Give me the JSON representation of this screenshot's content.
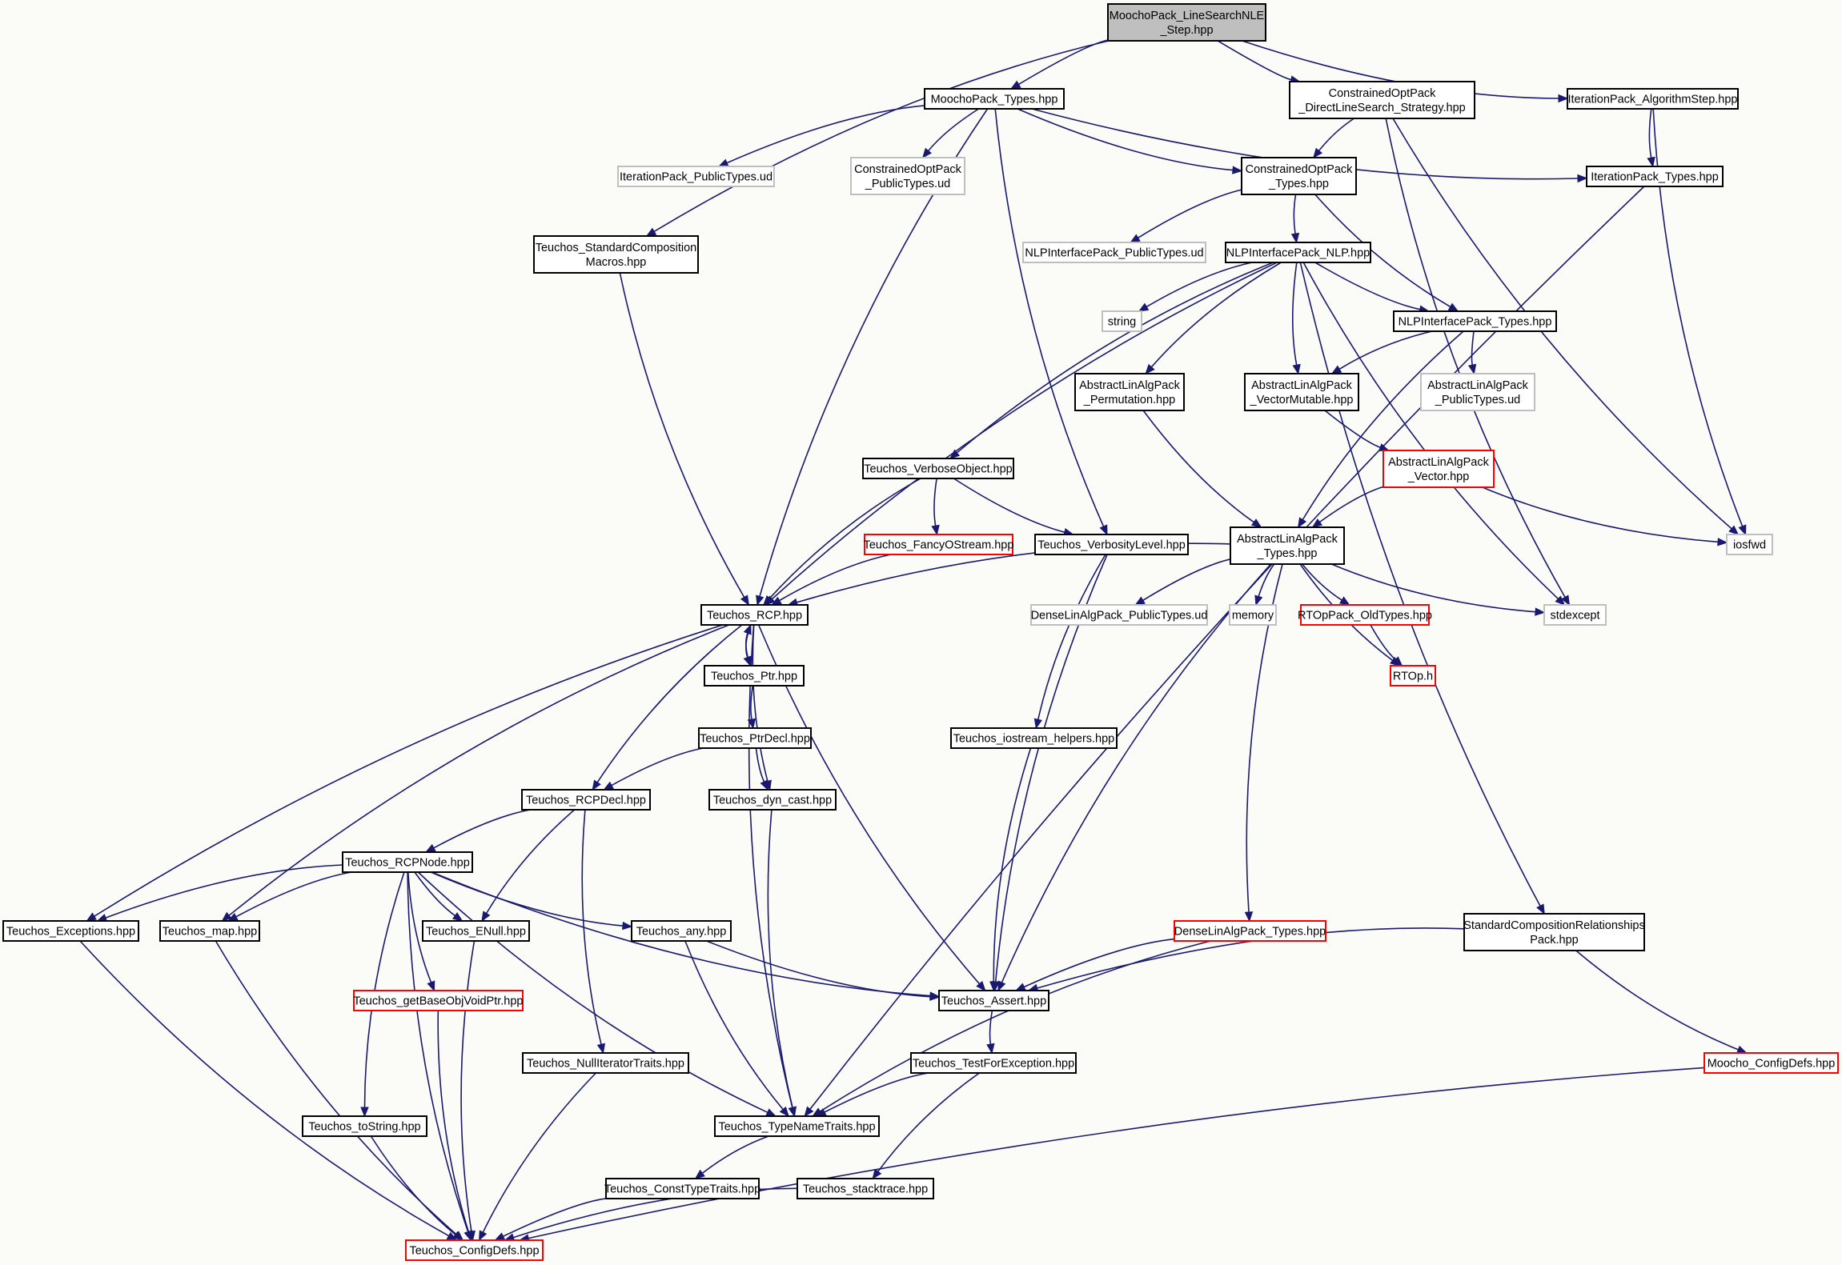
{
  "graph": {
    "title": "MoochoPack_LineSearchNLE_Step.hpp",
    "colors": {
      "root_fill": "#bfbfbf",
      "box_fill": "#ffffff",
      "edge": "#191970",
      "normal_border": "#000000",
      "truncated_border": "#ff0000",
      "external_border": "#bfbfbf",
      "external_text": "#404040"
    },
    "nodes": [
      {
        "id": "root",
        "lines": [
          "MoochoPack_LineSearchNLE",
          "_Step.hpp"
        ],
        "style": "root"
      },
      {
        "id": "moocho_types",
        "lines": [
          "MoochoPack_Types.hpp"
        ],
        "style": "normal"
      },
      {
        "id": "direct_ls",
        "lines": [
          "ConstrainedOptPack",
          "_DirectLineSearch_Strategy.hpp"
        ],
        "style": "normal"
      },
      {
        "id": "algo_step",
        "lines": [
          "IterationPack_AlgorithmStep.hpp"
        ],
        "style": "normal"
      },
      {
        "id": "iter_public_ud",
        "lines": [
          "IterationPack_PublicTypes.ud"
        ],
        "style": "external"
      },
      {
        "id": "copt_public_ud",
        "lines": [
          "ConstrainedOptPack",
          "_PublicTypes.ud"
        ],
        "style": "external"
      },
      {
        "id": "copt_types",
        "lines": [
          "ConstrainedOptPack",
          "_Types.hpp"
        ],
        "style": "normal"
      },
      {
        "id": "iter_types",
        "lines": [
          "IterationPack_Types.hpp"
        ],
        "style": "normal"
      },
      {
        "id": "std_comp_macros",
        "lines": [
          "Teuchos_StandardComposition",
          "Macros.hpp"
        ],
        "style": "normal"
      },
      {
        "id": "nlp_public_ud",
        "lines": [
          "NLPInterfacePack_PublicTypes.ud"
        ],
        "style": "external"
      },
      {
        "id": "nlp",
        "lines": [
          "NLPInterfacePack_NLP.hpp"
        ],
        "style": "normal"
      },
      {
        "id": "string",
        "lines": [
          "string"
        ],
        "style": "external"
      },
      {
        "id": "nlp_types",
        "lines": [
          "NLPInterfacePack_Types.hpp"
        ],
        "style": "normal"
      },
      {
        "id": "ala_perm",
        "lines": [
          "AbstractLinAlgPack",
          "_Permutation.hpp"
        ],
        "style": "normal"
      },
      {
        "id": "ala_vecmut",
        "lines": [
          "AbstractLinAlgPack",
          "_VectorMutable.hpp"
        ],
        "style": "normal"
      },
      {
        "id": "ala_public_ud",
        "lines": [
          "AbstractLinAlgPack",
          "_PublicTypes.ud"
        ],
        "style": "external"
      },
      {
        "id": "ala_vector",
        "lines": [
          "AbstractLinAlgPack",
          "_Vector.hpp"
        ],
        "style": "truncated"
      },
      {
        "id": "verbose_obj",
        "lines": [
          "Teuchos_VerboseObject.hpp"
        ],
        "style": "normal"
      },
      {
        "id": "fancy_ostream",
        "lines": [
          "Teuchos_FancyOStream.hpp"
        ],
        "style": "truncated"
      },
      {
        "id": "verbosity",
        "lines": [
          "Teuchos_VerbosityLevel.hpp"
        ],
        "style": "normal"
      },
      {
        "id": "ala_types",
        "lines": [
          "AbstractLinAlgPack",
          "_Types.hpp"
        ],
        "style": "normal"
      },
      {
        "id": "iosfwd",
        "lines": [
          "iosfwd"
        ],
        "style": "external"
      },
      {
        "id": "rcp",
        "lines": [
          "Teuchos_RCP.hpp"
        ],
        "style": "normal"
      },
      {
        "id": "dla_public_ud",
        "lines": [
          "DenseLinAlgPack_PublicTypes.ud"
        ],
        "style": "external"
      },
      {
        "id": "memory",
        "lines": [
          "memory"
        ],
        "style": "external"
      },
      {
        "id": "rtop_old",
        "lines": [
          "RTOpPack_OldTypes.hpp"
        ],
        "style": "truncated"
      },
      {
        "id": "stdexcept",
        "lines": [
          "stdexcept"
        ],
        "style": "external"
      },
      {
        "id": "ptr",
        "lines": [
          "Teuchos_Ptr.hpp"
        ],
        "style": "normal"
      },
      {
        "id": "rtop_h",
        "lines": [
          "RTOp.h"
        ],
        "style": "truncated"
      },
      {
        "id": "iostream_helpers",
        "lines": [
          "Teuchos_iostream_helpers.hpp"
        ],
        "style": "normal"
      },
      {
        "id": "ptrdecl",
        "lines": [
          "Teuchos_PtrDecl.hpp"
        ],
        "style": "normal"
      },
      {
        "id": "rcpdecl",
        "lines": [
          "Teuchos_RCPDecl.hpp"
        ],
        "style": "normal"
      },
      {
        "id": "dyn_cast",
        "lines": [
          "Teuchos_dyn_cast.hpp"
        ],
        "style": "normal"
      },
      {
        "id": "rcpnode",
        "lines": [
          "Teuchos_RCPNode.hpp"
        ],
        "style": "normal"
      },
      {
        "id": "exceptions",
        "lines": [
          "Teuchos_Exceptions.hpp"
        ],
        "style": "normal"
      },
      {
        "id": "map",
        "lines": [
          "Teuchos_map.hpp"
        ],
        "style": "normal"
      },
      {
        "id": "enull",
        "lines": [
          "Teuchos_ENull.hpp"
        ],
        "style": "normal"
      },
      {
        "id": "any",
        "lines": [
          "Teuchos_any.hpp"
        ],
        "style": "normal"
      },
      {
        "id": "dla_types",
        "lines": [
          "DenseLinAlgPack_Types.hpp"
        ],
        "style": "truncated"
      },
      {
        "id": "scrp",
        "lines": [
          "StandardCompositionRelationships",
          "Pack.hpp"
        ],
        "style": "normal"
      },
      {
        "id": "assert",
        "lines": [
          "Teuchos_Assert.hpp"
        ],
        "style": "normal"
      },
      {
        "id": "getbase",
        "lines": [
          "Teuchos_getBaseObjVoidPtr.hpp"
        ],
        "style": "truncated"
      },
      {
        "id": "nulliter",
        "lines": [
          "Teuchos_NullIteratorTraits.hpp"
        ],
        "style": "normal"
      },
      {
        "id": "testforexc",
        "lines": [
          "Teuchos_TestForException.hpp"
        ],
        "style": "normal"
      },
      {
        "id": "moocho_configdefs",
        "lines": [
          "Moocho_ConfigDefs.hpp"
        ],
        "style": "truncated"
      },
      {
        "id": "tostring",
        "lines": [
          "Teuchos_toString.hpp"
        ],
        "style": "normal"
      },
      {
        "id": "typename",
        "lines": [
          "Teuchos_TypeNameTraits.hpp"
        ],
        "style": "normal"
      },
      {
        "id": "consttype",
        "lines": [
          "Teuchos_ConstTypeTraits.hpp"
        ],
        "style": "normal"
      },
      {
        "id": "stacktrace",
        "lines": [
          "Teuchos_stacktrace.hpp"
        ],
        "style": "normal"
      },
      {
        "id": "configdefs",
        "lines": [
          "Teuchos_ConfigDefs.hpp"
        ],
        "style": "truncated"
      }
    ],
    "edges": [
      {
        "from": "root",
        "to": "moocho_types"
      },
      {
        "from": "root",
        "to": "direct_ls"
      },
      {
        "from": "root",
        "to": "algo_step"
      },
      {
        "from": "root",
        "to": "std_comp_macros"
      },
      {
        "from": "moocho_types",
        "to": "iter_public_ud"
      },
      {
        "from": "moocho_types",
        "to": "copt_public_ud"
      },
      {
        "from": "moocho_types",
        "to": "copt_types"
      },
      {
        "from": "moocho_types",
        "to": "iter_types"
      },
      {
        "from": "moocho_types",
        "to": "rcp"
      },
      {
        "from": "moocho_types",
        "to": "verbosity"
      },
      {
        "from": "direct_ls",
        "to": "copt_types"
      },
      {
        "from": "direct_ls",
        "to": "iosfwd"
      },
      {
        "from": "direct_ls",
        "to": "stdexcept"
      },
      {
        "from": "algo_step",
        "to": "iter_types"
      },
      {
        "from": "algo_step",
        "to": "iosfwd"
      },
      {
        "from": "copt_types",
        "to": "nlp_public_ud"
      },
      {
        "from": "copt_types",
        "to": "nlp"
      },
      {
        "from": "copt_types",
        "to": "nlp_types"
      },
      {
        "from": "iter_types",
        "to": "typename"
      },
      {
        "from": "std_comp_macros",
        "to": "rcp"
      },
      {
        "from": "nlp",
        "to": "string"
      },
      {
        "from": "nlp",
        "to": "nlp_types"
      },
      {
        "from": "nlp",
        "to": "ala_perm"
      },
      {
        "from": "nlp",
        "to": "ala_vecmut"
      },
      {
        "from": "nlp",
        "to": "verbose_obj"
      },
      {
        "from": "nlp",
        "to": "rcp"
      },
      {
        "from": "nlp",
        "to": "stdexcept"
      },
      {
        "from": "nlp",
        "to": "scrp"
      },
      {
        "from": "nlp_types",
        "to": "ala_vecmut"
      },
      {
        "from": "nlp_types",
        "to": "ala_public_ud"
      },
      {
        "from": "nlp_types",
        "to": "ala_types"
      },
      {
        "from": "ala_perm",
        "to": "ala_types"
      },
      {
        "from": "ala_vecmut",
        "to": "ala_vector"
      },
      {
        "from": "ala_vector",
        "to": "ala_types"
      },
      {
        "from": "ala_vector",
        "to": "iosfwd"
      },
      {
        "from": "verbose_obj",
        "to": "fancy_ostream"
      },
      {
        "from": "verbose_obj",
        "to": "verbosity"
      },
      {
        "from": "verbose_obj",
        "to": "rcp"
      },
      {
        "from": "fancy_ostream",
        "to": "rcp"
      },
      {
        "from": "verbosity",
        "to": "iostream_helpers"
      },
      {
        "from": "verbosity",
        "to": "assert"
      },
      {
        "from": "ala_types",
        "to": "rcp"
      },
      {
        "from": "ala_types",
        "to": "dla_public_ud"
      },
      {
        "from": "ala_types",
        "to": "memory"
      },
      {
        "from": "ala_types",
        "to": "rtop_old"
      },
      {
        "from": "ala_types",
        "to": "rtop_h"
      },
      {
        "from": "ala_types",
        "to": "stdexcept"
      },
      {
        "from": "ala_types",
        "to": "dla_types"
      },
      {
        "from": "ala_types",
        "to": "assert"
      },
      {
        "from": "rtop_old",
        "to": "rtop_h"
      },
      {
        "from": "rcp",
        "to": "ptr"
      },
      {
        "from": "ptr",
        "to": "rcp"
      },
      {
        "from": "rcp",
        "to": "rcpdecl"
      },
      {
        "from": "rcp",
        "to": "dyn_cast"
      },
      {
        "from": "rcp",
        "to": "exceptions"
      },
      {
        "from": "rcp",
        "to": "map"
      },
      {
        "from": "rcp",
        "to": "assert"
      },
      {
        "from": "rcp",
        "to": "typename"
      },
      {
        "from": "ptr",
        "to": "ptrdecl"
      },
      {
        "from": "ptrdecl",
        "to": "rcpdecl"
      },
      {
        "from": "ptrdecl",
        "to": "dyn_cast"
      },
      {
        "from": "rcpdecl",
        "to": "rcpnode"
      },
      {
        "from": "rcpdecl",
        "to": "enull"
      },
      {
        "from": "rcpdecl",
        "to": "nulliter"
      },
      {
        "from": "dyn_cast",
        "to": "typename"
      },
      {
        "from": "rcpnode",
        "to": "exceptions"
      },
      {
        "from": "rcpnode",
        "to": "map"
      },
      {
        "from": "rcpnode",
        "to": "enull"
      },
      {
        "from": "rcpnode",
        "to": "any"
      },
      {
        "from": "rcpnode",
        "to": "assert"
      },
      {
        "from": "rcpnode",
        "to": "getbase"
      },
      {
        "from": "rcpnode",
        "to": "tostring"
      },
      {
        "from": "rcpnode",
        "to": "typename"
      },
      {
        "from": "rcpnode",
        "to": "configdefs"
      },
      {
        "from": "iostream_helpers",
        "to": "assert"
      },
      {
        "from": "any",
        "to": "assert"
      },
      {
        "from": "any",
        "to": "typename"
      },
      {
        "from": "dla_types",
        "to": "assert"
      },
      {
        "from": "dla_types",
        "to": "typename"
      },
      {
        "from": "scrp",
        "to": "assert"
      },
      {
        "from": "scrp",
        "to": "moocho_configdefs"
      },
      {
        "from": "assert",
        "to": "testforexc"
      },
      {
        "from": "testforexc",
        "to": "typename"
      },
      {
        "from": "testforexc",
        "to": "stacktrace"
      },
      {
        "from": "typename",
        "to": "consttype"
      },
      {
        "from": "consttype",
        "to": "configdefs"
      },
      {
        "from": "stacktrace",
        "to": "configdefs"
      },
      {
        "from": "exceptions",
        "to": "configdefs"
      },
      {
        "from": "map",
        "to": "configdefs"
      },
      {
        "from": "enull",
        "to": "configdefs"
      },
      {
        "from": "getbase",
        "to": "configdefs"
      },
      {
        "from": "tostring",
        "to": "configdefs"
      },
      {
        "from": "nulliter",
        "to": "configdefs"
      },
      {
        "from": "moocho_configdefs",
        "to": "configdefs"
      }
    ]
  }
}
